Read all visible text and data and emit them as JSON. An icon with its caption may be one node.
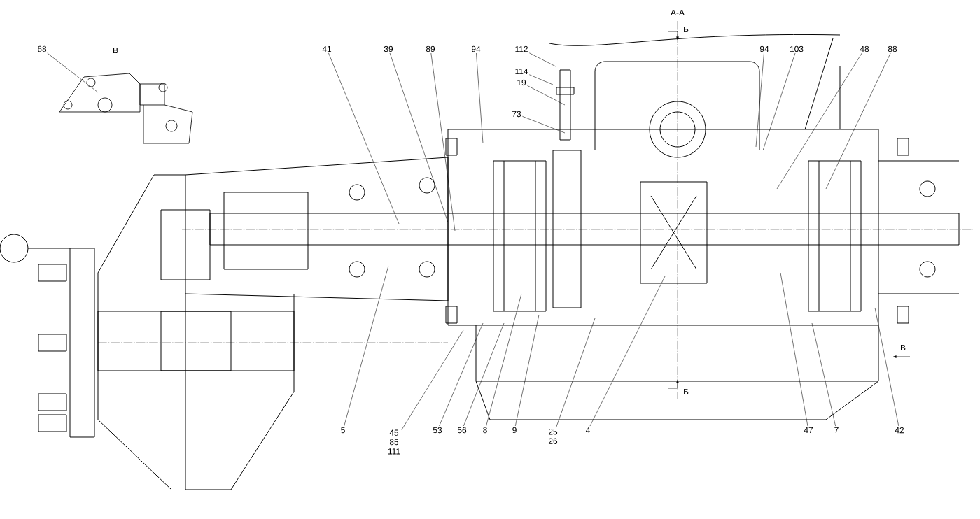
{
  "diagram": {
    "nodes": [
      {
        "text": [
          "68"
        ]
      },
      {
        "text": [
          "41"
        ]
      },
      {
        "text": [
          "39"
        ]
      },
      {
        "text": [
          "89"
        ]
      },
      {
        "text": [
          "94"
        ]
      },
      {
        "text": [
          "112"
        ]
      },
      {
        "text": [
          "114"
        ]
      },
      {
        "text": [
          "19"
        ]
      },
      {
        "text": [
          "73"
        ]
      },
      {
        "text": [
          "94"
        ]
      },
      {
        "text": [
          "103"
        ]
      },
      {
        "text": [
          "48"
        ]
      },
      {
        "text": [
          "88"
        ]
      },
      {
        "text": [
          "5"
        ]
      },
      {
        "text": [
          "45",
          "85",
          "111"
        ]
      },
      {
        "text": [
          "53"
        ]
      },
      {
        "text": [
          "56"
        ]
      },
      {
        "text": [
          "8"
        ]
      },
      {
        "text": [
          "9"
        ]
      },
      {
        "text": [
          "25",
          "26"
        ]
      },
      {
        "text": [
          "4"
        ]
      },
      {
        "text": [
          "47"
        ]
      },
      {
        "text": [
          "7"
        ]
      },
      {
        "text": [
          "42"
        ]
      }
    ],
    "edges": [
      {
        "from": 0,
        "to": null,
        "arrow": "none"
      },
      {
        "from": 1,
        "to": null,
        "arrow": "none"
      },
      {
        "from": 2,
        "to": null,
        "arrow": "none"
      },
      {
        "from": 3,
        "to": null,
        "arrow": "none"
      },
      {
        "from": 4,
        "to": null,
        "arrow": "none"
      },
      {
        "from": 5,
        "to": null,
        "arrow": "none"
      },
      {
        "from": 6,
        "to": null,
        "arrow": "none"
      },
      {
        "from": 7,
        "to": null,
        "arrow": "none"
      },
      {
        "from": 8,
        "to": null,
        "arrow": "none"
      },
      {
        "from": 9,
        "to": null,
        "arrow": "none"
      },
      {
        "from": 10,
        "to": null,
        "arrow": "none"
      },
      {
        "from": 11,
        "to": null,
        "arrow": "none"
      },
      {
        "from": 12,
        "to": null,
        "arrow": "none"
      },
      {
        "from": 13,
        "to": null,
        "arrow": "none"
      },
      {
        "from": 14,
        "to": null,
        "arrow": "none"
      },
      {
        "from": 15,
        "to": null,
        "arrow": "none"
      },
      {
        "from": 16,
        "to": null,
        "arrow": "none"
      },
      {
        "from": 17,
        "to": null,
        "arrow": "none"
      },
      {
        "from": 18,
        "to": null,
        "arrow": "none"
      },
      {
        "from": 19,
        "to": null,
        "arrow": "none"
      },
      {
        "from": 20,
        "to": null,
        "arrow": "none"
      },
      {
        "from": 21,
        "to": null,
        "arrow": "none"
      },
      {
        "from": 22,
        "to": null,
        "arrow": "none"
      },
      {
        "from": 23,
        "to": null,
        "arrow": "none"
      }
    ],
    "labels": [
      "В",
      "А-А",
      "Б",
      "Б",
      "В"
    ]
  }
}
